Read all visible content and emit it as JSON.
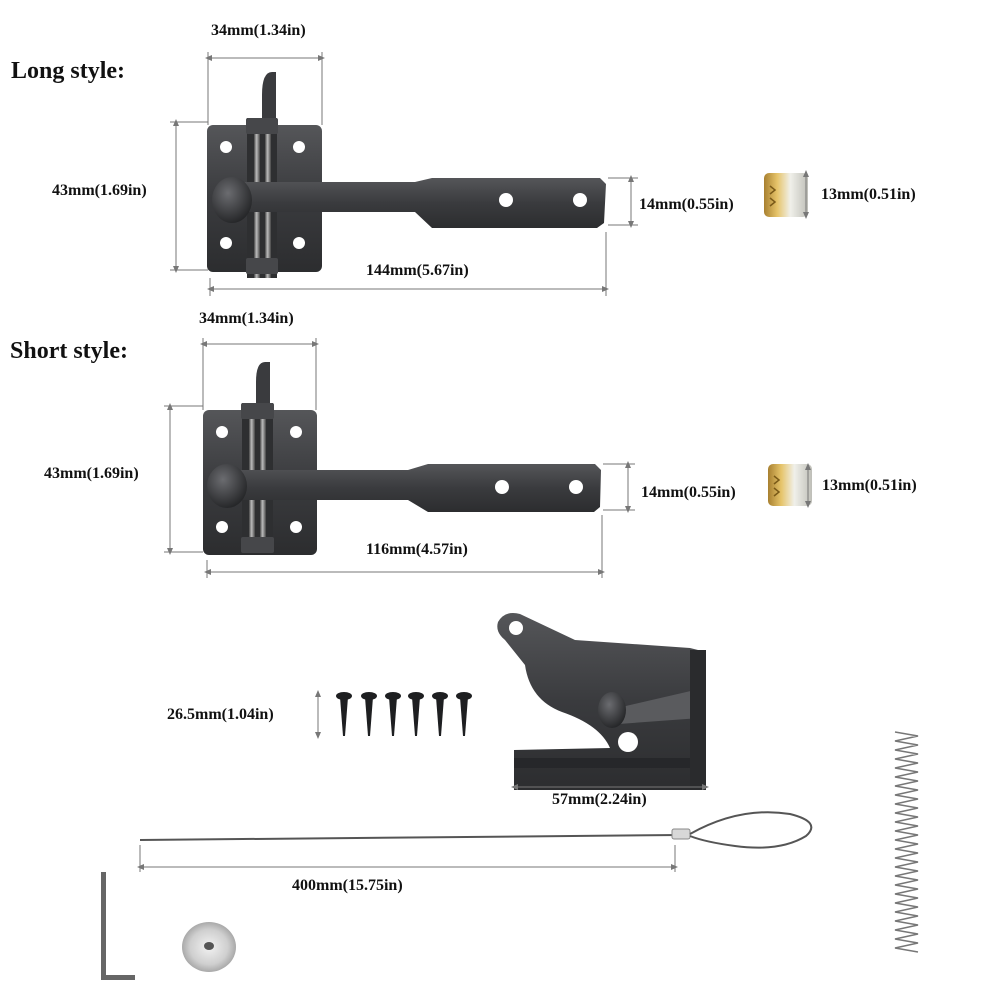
{
  "long_style": {
    "title": "Long style:",
    "plate_width": "34mm(1.34in)",
    "height": "43mm(1.69in)",
    "bar_height": "14mm(0.55in)",
    "length": "144mm(5.67in)",
    "sleeve_height": "13mm(0.51in)"
  },
  "short_style": {
    "title": "Short style:",
    "plate_width": "34mm(1.34in)",
    "height": "43mm(1.69in)",
    "bar_height": "14mm(0.55in)",
    "length": "116mm(4.57in)",
    "sleeve_height": "13mm(0.51in)"
  },
  "accessories": {
    "screw_length": "26.5mm(1.04in)",
    "catch_width": "57mm(2.24in)",
    "cable_length": "400mm(15.75in)"
  },
  "colors": {
    "metal": "#3a3b3e",
    "metal_dark": "#2a2b2d",
    "brass": "#c9a54a",
    "line": "#555555"
  }
}
